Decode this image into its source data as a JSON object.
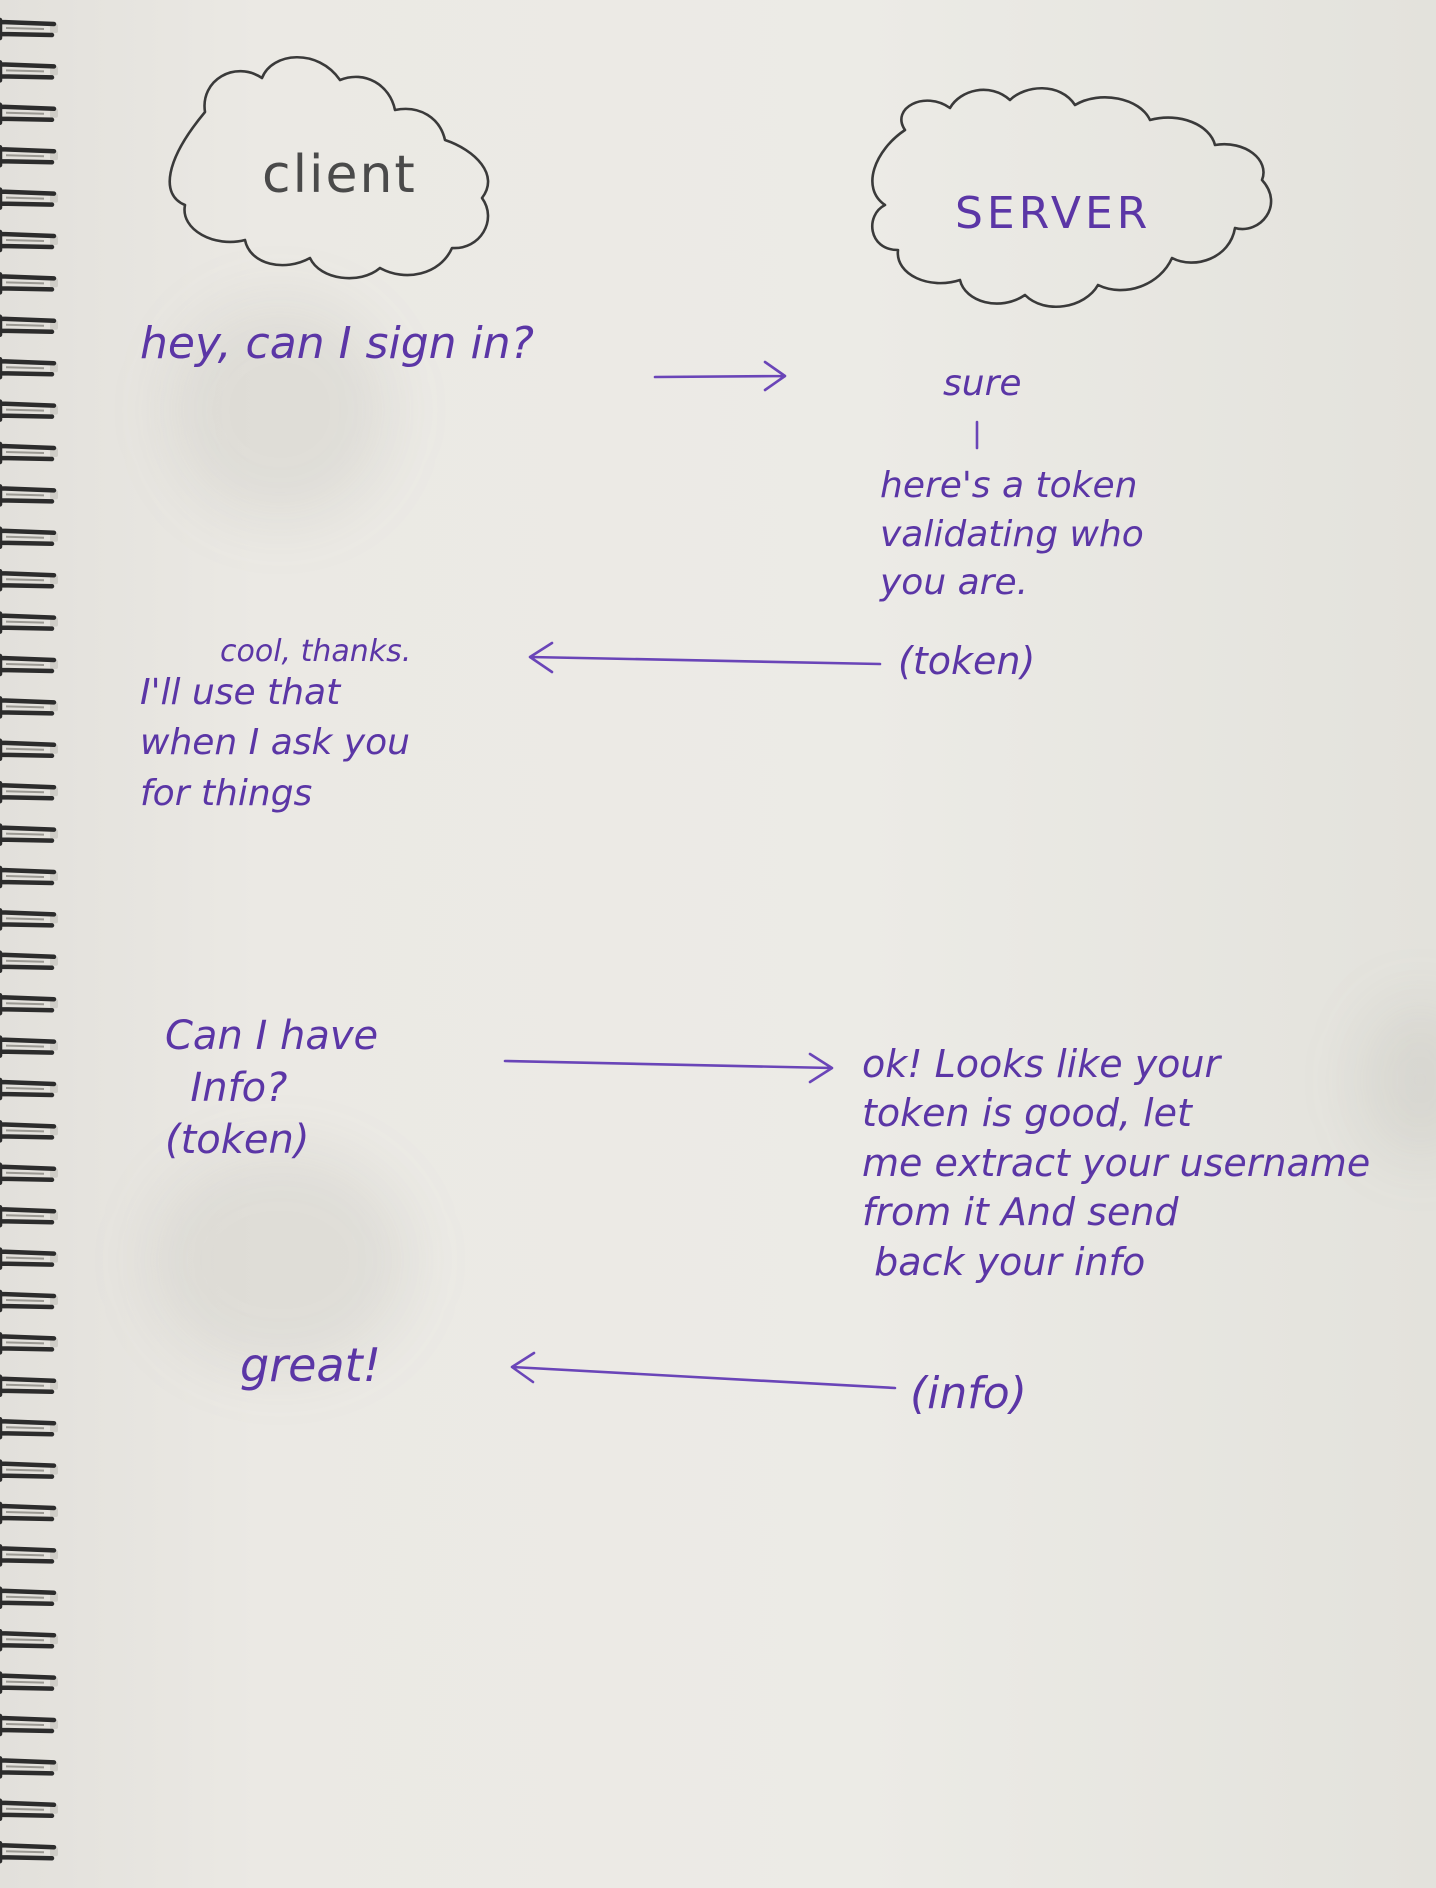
{
  "client": {
    "label": "client"
  },
  "server": {
    "label": "SERVER"
  },
  "exchanges": [
    {
      "request": "hey, can I sign in?",
      "reply_top": "sure",
      "reply": "here's a token\nvalidating who\nyou are."
    },
    {
      "server_payload": "(token)",
      "client_ack_top": "cool, thanks.",
      "client_ack": "I'll use that\nwhen I ask you\nfor things"
    },
    {
      "request": "Can I have\n  Info?\n(token)",
      "reply": "ok! Looks like your\ntoken is good, let\nme extract your username\nfrom it And send\n back your info"
    },
    {
      "server_payload": "(info)",
      "client_ack": "great!"
    }
  ],
  "colors": {
    "ink": "#5b36a6",
    "pencil": "#4a4a4a",
    "paper": "#ebe9e4",
    "spiral": "#2c2c2c"
  }
}
